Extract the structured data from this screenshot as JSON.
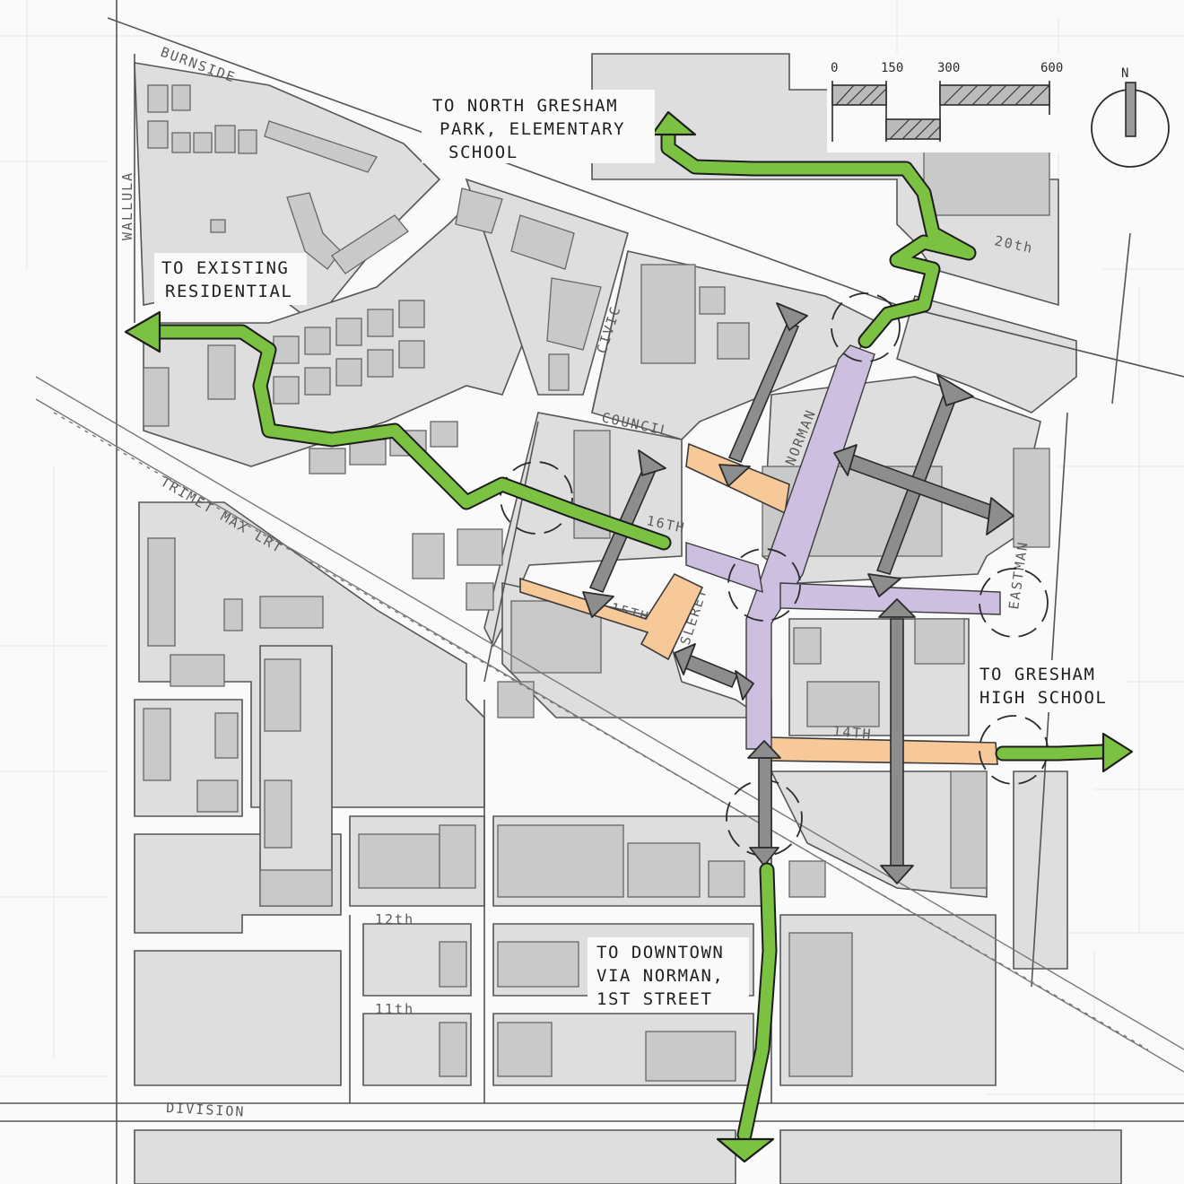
{
  "street_labels": {
    "burnside": "BURNSIDE",
    "wallula": "WALLULA",
    "civic": "CIVIC",
    "council": "COUNCIL",
    "norman": "NORMAN",
    "sixteenth": "16TH",
    "fifteenth": "15TH",
    "fourteenth": "14TH",
    "twentieth": "20th",
    "eastman": "EASTMAN",
    "sleret": "SLERET",
    "twelfth": "12th",
    "eleventh": "11th",
    "division": "DIVISION",
    "rail": "TRIMET MAX LRT"
  },
  "destinations": {
    "north_park": [
      "TO NORTH GRESHAM",
      "PARK, ELEMENTARY",
      "SCHOOL"
    ],
    "residential": [
      "TO EXISTING",
      "RESIDENTIAL"
    ],
    "high_school": [
      "TO GRESHAM",
      "HIGH SCHOOL"
    ],
    "downtown": [
      "TO DOWNTOWN",
      "VIA NORMAN,",
      "1ST STREET"
    ]
  },
  "scale_bar": {
    "ticks": [
      "0",
      "150",
      "300",
      "600"
    ]
  },
  "north_arrow": {
    "label": "N"
  },
  "legend_colors": {
    "greenway": "#7cc242",
    "shared_street": "#f7c998",
    "main_street": "#cdbfe0",
    "connection_arrow": "#8d8d8d"
  }
}
